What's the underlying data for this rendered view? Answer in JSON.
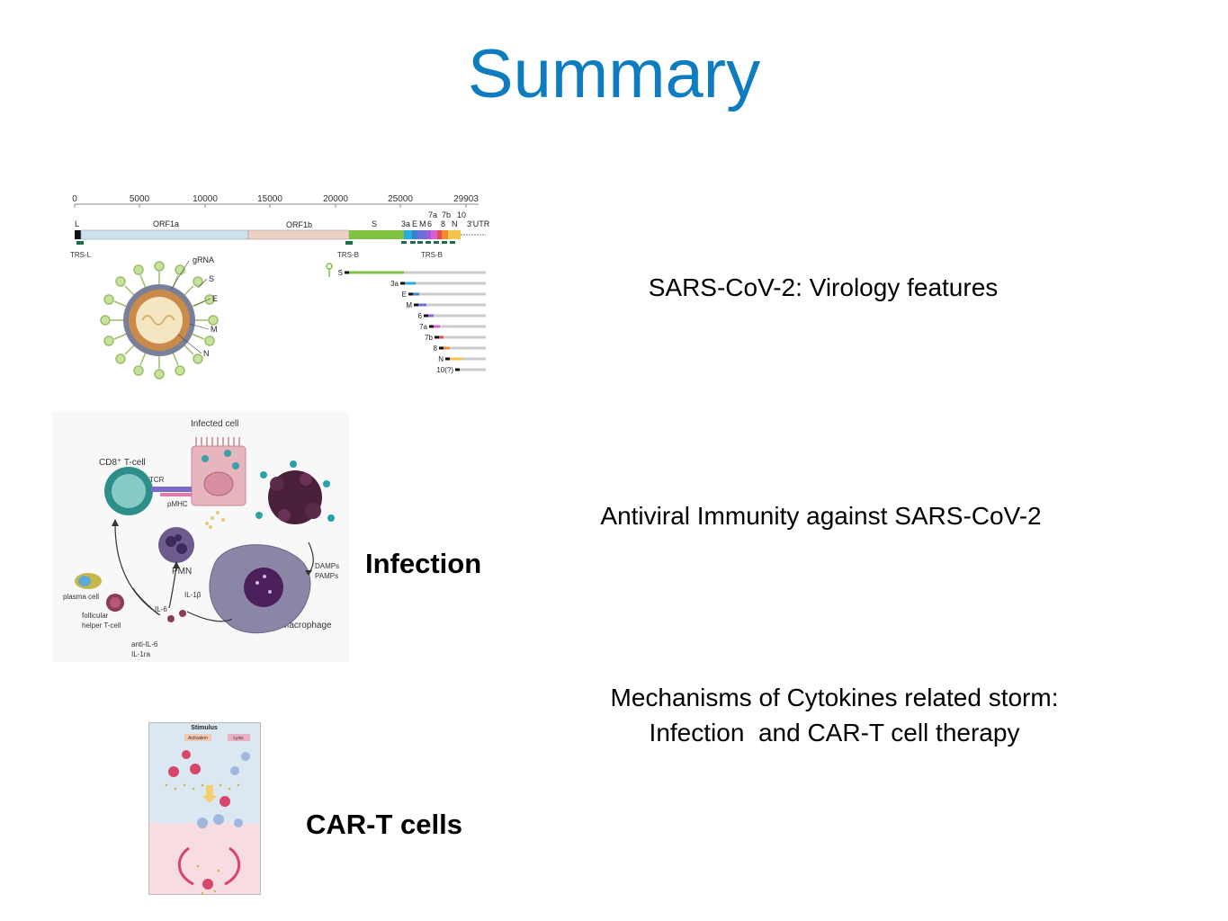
{
  "slide": {
    "title": "Summary",
    "items": [
      {
        "text": "SARS-CoV-2: Virology features"
      },
      {
        "text": "Antiviral Immunity against SARS-CoV-2"
      },
      {
        "line1": "Mechanisms of Cytokines related storm:",
        "line2": "Infection  and CAR-T cell therapy"
      }
    ],
    "labels": {
      "infection": "Infection",
      "cart": "CAR-T cells"
    }
  },
  "genome_figure": {
    "axis_ticks": [
      "0",
      "5000",
      "10000",
      "15000",
      "20000",
      "25000",
      "29903"
    ],
    "genes": {
      "l": "L",
      "orf1a": "ORF1a",
      "orf1b": "ORF1b",
      "s": "S",
      "3a": "3a",
      "e": "E",
      "m": "M",
      "6": "6",
      "7a": "7a",
      "7b": "7b",
      "8": "8",
      "n": "N",
      "10": "10",
      "utr": "3′UTR"
    },
    "trs_l": "TRS-L",
    "trs_b": "TRS-B",
    "virion_labels": {
      "grna": "gRNA",
      "s": "S",
      "e": "E",
      "m": "M",
      "n": "N"
    },
    "sg_labels": [
      "S",
      "3a",
      "E",
      "M",
      "6",
      "7a",
      "7b",
      "8",
      "N",
      "10(?)"
    ],
    "colors": {
      "orf1a": "#cfe0ef",
      "orf1b": "#ecd2c2",
      "s": "#7fc241",
      "e": "#29abe2",
      "m": "#6a6fd9",
      "n": "#f5c44a",
      "virion_spike": "#b9d98b"
    }
  },
  "immune_figure": {
    "infected_cell": "Infected cell",
    "cd8": "CD8⁺ T-cell",
    "tcr": "TCR",
    "pmhc": "pMHC",
    "pmn": "PMN",
    "damps": "DAMPs",
    "pamps": "PAMPs",
    "macrophage": "Macrophage",
    "plasma_cell": "plasma cell",
    "follicular": "follicular",
    "helper": "helper T-cell",
    "il1b": "IL-1β",
    "il6": "IL-6",
    "anti_il6": "anti-IL-6",
    "il1ra": "IL-1ra"
  },
  "storm_figure": {
    "stimulus": "Stimulus",
    "activation": "Activation",
    "lysis": "Lysis"
  }
}
